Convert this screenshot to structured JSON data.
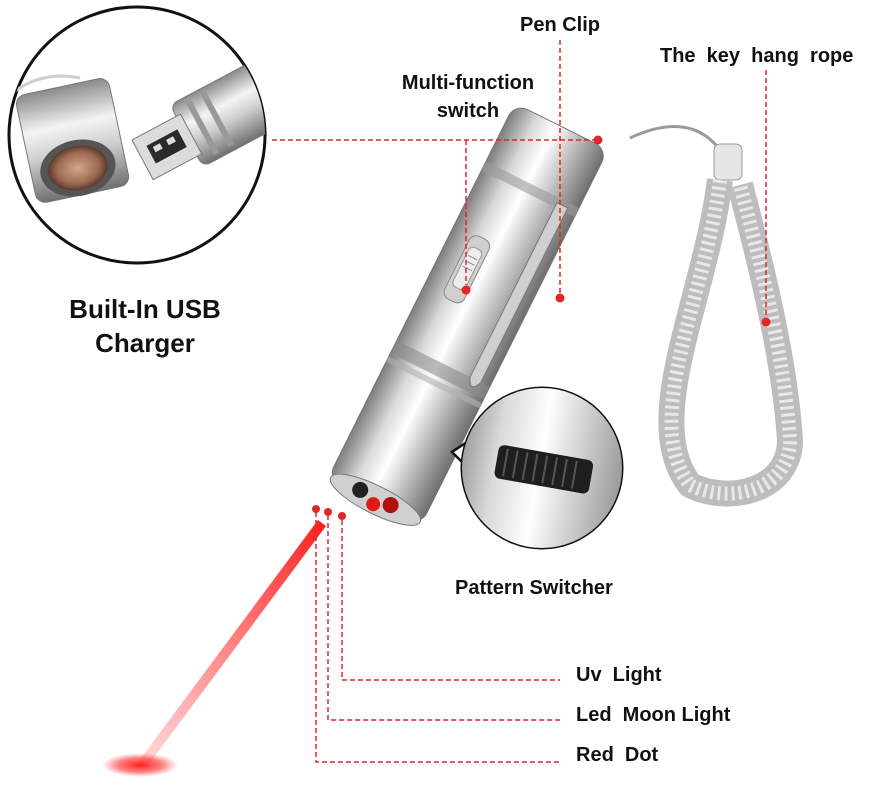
{
  "labels": {
    "usb": "Built-In USB Charger",
    "usb_line1": "Built-In USB",
    "usb_line2": "Charger",
    "pen_clip": "Pen Clip",
    "key_rope": "The  key  hang  rope",
    "switch_line1": "Multi-function",
    "switch_line2": "switch",
    "pattern": "Pattern Switcher",
    "uv": "Uv  Light",
    "led": "Led  Moon Light",
    "red": "Red  Dot"
  },
  "colors": {
    "callout": "#e0262b",
    "laser": "#ff1a1a",
    "steel_light": "#f2f2f2",
    "steel_dark": "#8a8a8a",
    "strap": "#bfbfbf"
  }
}
